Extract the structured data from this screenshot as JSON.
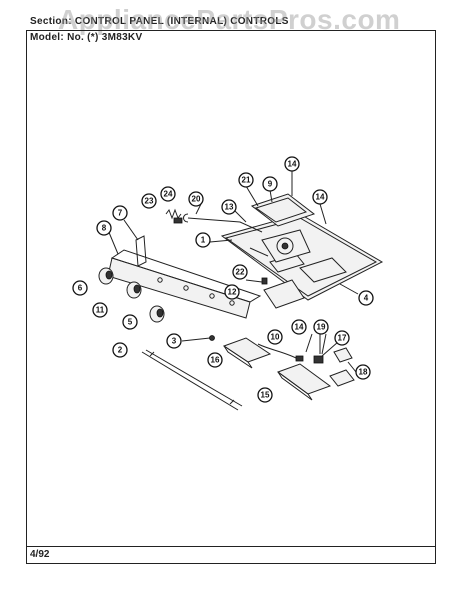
{
  "header": {
    "section_line": "Section: CONTROL PANEL (INTERNAL) CONTROLS",
    "model_line": "Model: No. (*) 3M83KV"
  },
  "watermark": "AppliancePartsPros.com",
  "footer": {
    "date": "4/92"
  },
  "callouts": [
    {
      "label": "14"
    },
    {
      "label": "21"
    },
    {
      "label": "9"
    },
    {
      "label": "14"
    },
    {
      "label": "24"
    },
    {
      "label": "23"
    },
    {
      "label": "20"
    },
    {
      "label": "13"
    },
    {
      "label": "7"
    },
    {
      "label": "8"
    },
    {
      "label": "1"
    },
    {
      "label": "22"
    },
    {
      "label": "12"
    },
    {
      "label": "4"
    },
    {
      "label": "6"
    },
    {
      "label": "11"
    },
    {
      "label": "5"
    },
    {
      "label": "3"
    },
    {
      "label": "14"
    },
    {
      "label": "19"
    },
    {
      "label": "17"
    },
    {
      "label": "10"
    },
    {
      "label": "2"
    },
    {
      "label": "16"
    },
    {
      "label": "18"
    },
    {
      "label": "15"
    }
  ]
}
